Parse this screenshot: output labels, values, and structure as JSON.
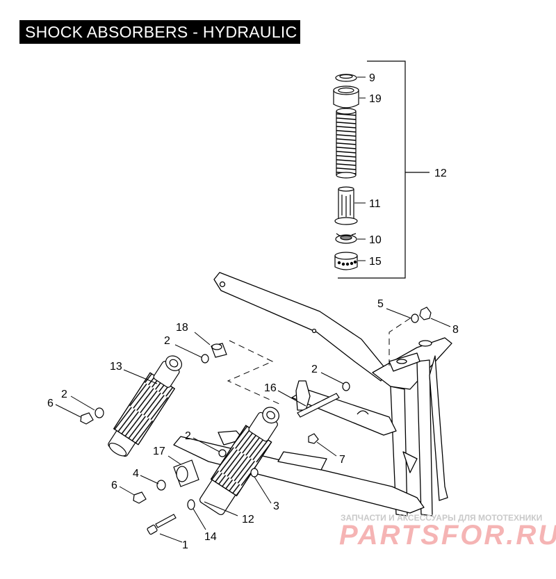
{
  "title": "SHOCK ABSORBERS - HYDRAULIC",
  "callouts": {
    "c9": "9",
    "c19": "19",
    "c12a": "12",
    "c11": "11",
    "c10": "10",
    "c15": "15",
    "c5": "5",
    "c8": "8",
    "c18": "18",
    "c2a": "2",
    "c13": "13",
    "c2b": "2",
    "c2c": "2",
    "c16": "16",
    "c6a": "6",
    "c2d": "2",
    "c17": "17",
    "c7": "7",
    "c4": "4",
    "c6b": "6",
    "c3": "3",
    "c12b": "12",
    "c14": "14",
    "c1": "1"
  },
  "watermark": {
    "line1": "ЗАПЧАСТИ И АКСЕССУАРЫ ДЛЯ МОТОТЕХНИКИ",
    "line2": "PARTSFOR.RU"
  }
}
